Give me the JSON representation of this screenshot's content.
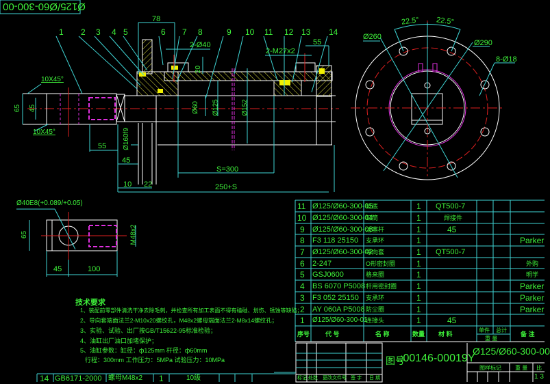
{
  "drawing": {
    "title_mirrored": "Ø125/Ø60-300-00",
    "drawing_number_label": "图号",
    "drawing_number": "00146-00019Y",
    "drawing_name": "Ø125/Ø60-300-00",
    "sheet": "1 3",
    "colors": {
      "background": "#000000",
      "outline": "#ffffff",
      "dimension": "#3fd6d6",
      "text": "#3ef03a",
      "centerline": "#e02020",
      "hidden": "#e030e0",
      "hatch": "#e8e840",
      "seal": "#f0f000"
    }
  },
  "balloons": [
    "1",
    "2",
    "3",
    "4",
    "5",
    "6",
    "7",
    "8",
    "9",
    "10",
    "11",
    "12",
    "13",
    "14"
  ],
  "dimensions": {
    "main_view": {
      "width_78": "78",
      "ports": "2-Ø40",
      "port_height": "20",
      "rod_ports": "2-M27x2",
      "end_55": "55",
      "chamfer_top": "10X45°",
      "chamfer_bottom": "10X45°",
      "rod_end_65": "65",
      "rod_end_45": "45",
      "d60": "Ø60",
      "d125": "Ø125",
      "d152": "Ø152",
      "d160": "Ø160f9",
      "len_55": "55",
      "len_45": "45",
      "len_10": "10",
      "len_22": "22",
      "stroke": "S=300",
      "total": "250+S"
    },
    "flange_view": {
      "angle_left": "22.5°",
      "angle_right": "22.5°",
      "d260": "Ø260",
      "d290": "Ø290",
      "holes": "8-Ø18"
    },
    "rod_end_view": {
      "bore": "Ø40E8(+0.089/+0.05)",
      "height": "65",
      "thread": "M48x2",
      "len_45": "45",
      "len_100": "100"
    }
  },
  "tech_requirements": {
    "title": "技术要求",
    "items": [
      "1、装配前零部件清洗干净去除毛刺，并检查所有加工表面不得有磕碰、划伤、锈蚀等缺陷；",
      "2、导向套端面法兰2-M10x20螺纹孔，M48x2螺母端面法兰2-M8x14螺纹孔；",
      "3、实验、试验、出厂按GB/T15622-95标准检验；",
      "4、油缸出厂油口加堵保护；",
      "5、油缸参数：缸径：ф125mm   杆径：ф60mm",
      "行程：300mm  工作压力：5MPa   试验压力：10MPa"
    ]
  },
  "bom": {
    "rows": [
      {
        "no": "11",
        "code": "Ø125/Ø60-300-05",
        "name": "缸底",
        "qty": "1",
        "material": "QT500-7",
        "note": ""
      },
      {
        "no": "10",
        "code": "Ø125/Ø60-300-04",
        "name": "缸筒",
        "qty": "1",
        "material": "焊接件",
        "note": ""
      },
      {
        "no": "9",
        "code": "Ø125/Ø60-300-03",
        "name": "活塞杆",
        "qty": "1",
        "material": "45",
        "note": ""
      },
      {
        "no": "8",
        "code": "F3 118 25150",
        "name": "支承环",
        "qty": "1",
        "material": "",
        "note": "Parker"
      },
      {
        "no": "7",
        "code": "Ø125/Ø60-300-02",
        "name": "导向套",
        "qty": "1",
        "material": "QT500-7",
        "note": ""
      },
      {
        "no": "6",
        "code": "2-247",
        "name": "O形密封圈",
        "qty": "1",
        "material": "",
        "note": "外购"
      },
      {
        "no": "5",
        "code": "GSJ0600",
        "name": "格来圈",
        "qty": "1",
        "material": "",
        "note": "明学"
      },
      {
        "no": "4",
        "code": "BS 6070 P5008",
        "name": "杆用密封圈",
        "qty": "1",
        "material": "",
        "note": "Parker"
      },
      {
        "no": "3",
        "code": "F3 052 25150",
        "name": "支承环",
        "qty": "1",
        "material": "",
        "note": "Parker"
      },
      {
        "no": "2",
        "code": "AY 060A P5008",
        "name": "防尘圈",
        "qty": "1",
        "material": "",
        "note": "Parker"
      },
      {
        "no": "1",
        "code": "Ø125/Ø60-300-01",
        "name": "连接头",
        "qty": "1",
        "material": "45",
        "note": ""
      }
    ],
    "header": {
      "no": "序号",
      "code": "代  号",
      "name": "名  称",
      "qty": "数量",
      "material": "材  料",
      "unit": "单件",
      "total": "总计",
      "weight": "重  量",
      "note": "备  注"
    },
    "extra_row": {
      "no": "14",
      "code": "GB6171-2000",
      "name": "螺母M48x2",
      "qty": "1",
      "material": "10级"
    }
  },
  "title_block": {
    "labels": [
      "标记",
      "处数",
      "更改文件号",
      "签 字",
      "日 期"
    ],
    "stage_label": "图样标记",
    "weight_label": "重 量",
    "scale_label": "比"
  }
}
